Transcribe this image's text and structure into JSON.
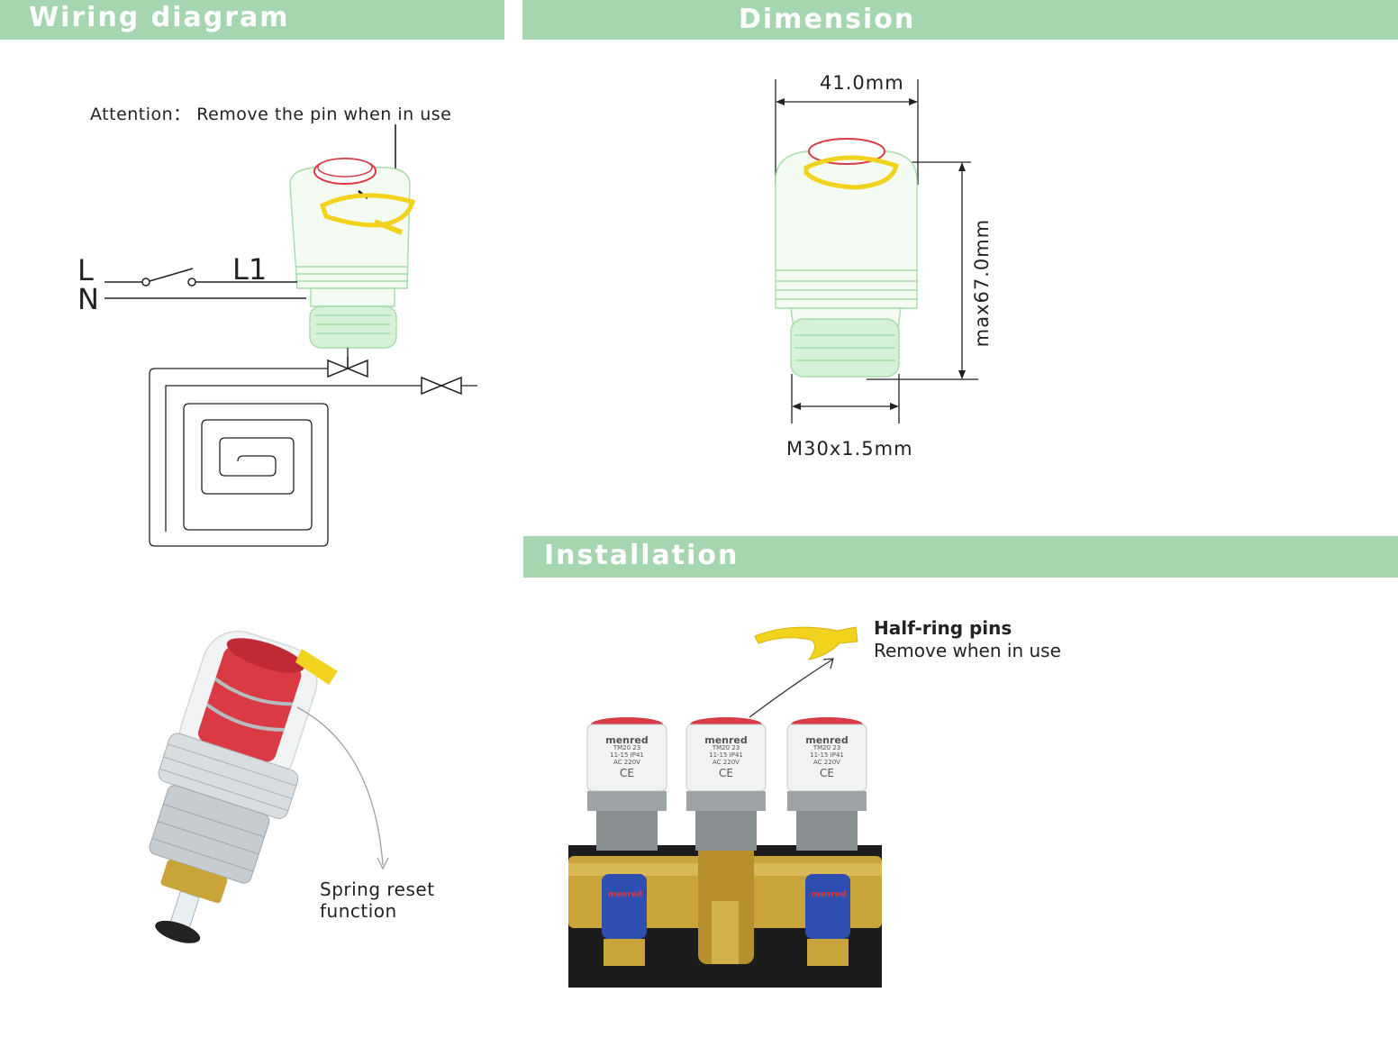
{
  "sections": {
    "wiring": {
      "title": "Wiring diagram"
    },
    "dimension": {
      "title": "Dimension"
    },
    "installation": {
      "title": "Installation"
    }
  },
  "wiring": {
    "attention": "Attention： Remove the pin when in use",
    "label_l": "L",
    "label_n": "N",
    "label_l1": "L1"
  },
  "dimension": {
    "width": "41.0mm",
    "height": "max67.0mm",
    "thread": "M30x1.5mm"
  },
  "features": {
    "spring_line1": "Spring reset",
    "spring_line2": "function",
    "pins_title": "Half-ring pins",
    "pins_subtitle": "Remove when in use"
  },
  "product": {
    "brand": "menred",
    "model": "TM20 23",
    "spec1": "11-15   IP41",
    "spec2": "AC 220V",
    "cert": "CE"
  },
  "colors": {
    "header_green": "#a6d6b0",
    "actuator_red": "#d93a44",
    "pin_yellow": "#f1d21c",
    "outline_green": "#9fd9a4",
    "brass": "#c9a43a"
  }
}
